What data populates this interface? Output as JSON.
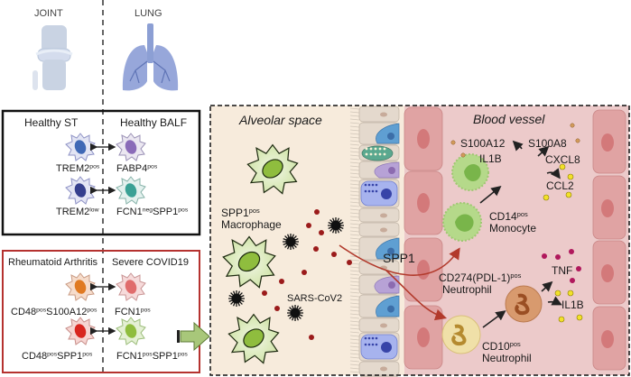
{
  "top": {
    "joint_label": "JOINT",
    "lung_label": "LUNG"
  },
  "healthy_box": {
    "left_title": "Healthy ST",
    "right_title": "Healthy BALF",
    "rows": [
      {
        "left": {
          "base": "TREM2",
          "sup": "pos"
        },
        "right": {
          "parts": [
            {
              "base": "FABP4",
              "sup": "pos"
            }
          ]
        }
      },
      {
        "left": {
          "base": "TREM2",
          "sup": "low"
        },
        "right": {
          "parts": [
            {
              "base": "FCN1",
              "sup": "neg"
            },
            {
              "base": "SPP1",
              "sup": "pos"
            }
          ]
        }
      }
    ]
  },
  "disease_box": {
    "left_title": "Rheumatoid Arthritis",
    "right_title": "Severe COVID19",
    "rows": [
      {
        "left": {
          "parts": [
            {
              "base": "CD48",
              "sup": "pos"
            },
            {
              "base": "S100A12",
              "sup": "pos"
            }
          ]
        },
        "right": {
          "parts": [
            {
              "base": "FCN1",
              "sup": "pos"
            }
          ]
        }
      },
      {
        "left": {
          "parts": [
            {
              "base": "CD48",
              "sup": "pos"
            },
            {
              "base": "SPP1",
              "sup": "pos"
            }
          ]
        },
        "right": {
          "parts": [
            {
              "base": "FCN1",
              "sup": "pos"
            },
            {
              "base": "SPP1",
              "sup": "pos"
            }
          ]
        }
      }
    ]
  },
  "main_panel": {
    "alveolar_title": "Alveolar space",
    "vessel_title": "Blood vessel",
    "macrophage_label": {
      "base": "SPP1",
      "sup": "pos",
      "line2": "Macrophage"
    },
    "virus_label": "SARS-CoV2",
    "spp1_label": "SPP1",
    "monocyte_label": {
      "base": "CD14",
      "sup": "pos",
      "line2": "Monocyte"
    },
    "monocyte_cytokines": [
      "S100A12",
      "IL1B",
      "S100A8",
      "CXCL8",
      "CCL2"
    ],
    "pdl1_neutrophil_label": {
      "base": "CD274(PDL-1)",
      "sup": "pos",
      "line2": "Neutrophil"
    },
    "neutrophil_cytokines": [
      "TNF",
      "IL1B"
    ],
    "cd10_neutrophil_label": {
      "base": "CD10",
      "sup": "pos",
      "line2": "Neutrophil"
    }
  },
  "colors": {
    "alveolar_bg": "#f7ebdc",
    "vessel_bg": "#eccaca",
    "endothelial": "#e0a3a3",
    "macrophage_body": "#dcebc0",
    "macrophage_nucleus": "#8fbd3e",
    "disease_border": "#b5322f",
    "arrow_red": "#b23a2c",
    "spp1_dot": "#9b1b1b",
    "yellow_dot": "#f2e12a",
    "magenta_dot": "#b0185c",
    "orange_dot": "#d29a5a"
  }
}
